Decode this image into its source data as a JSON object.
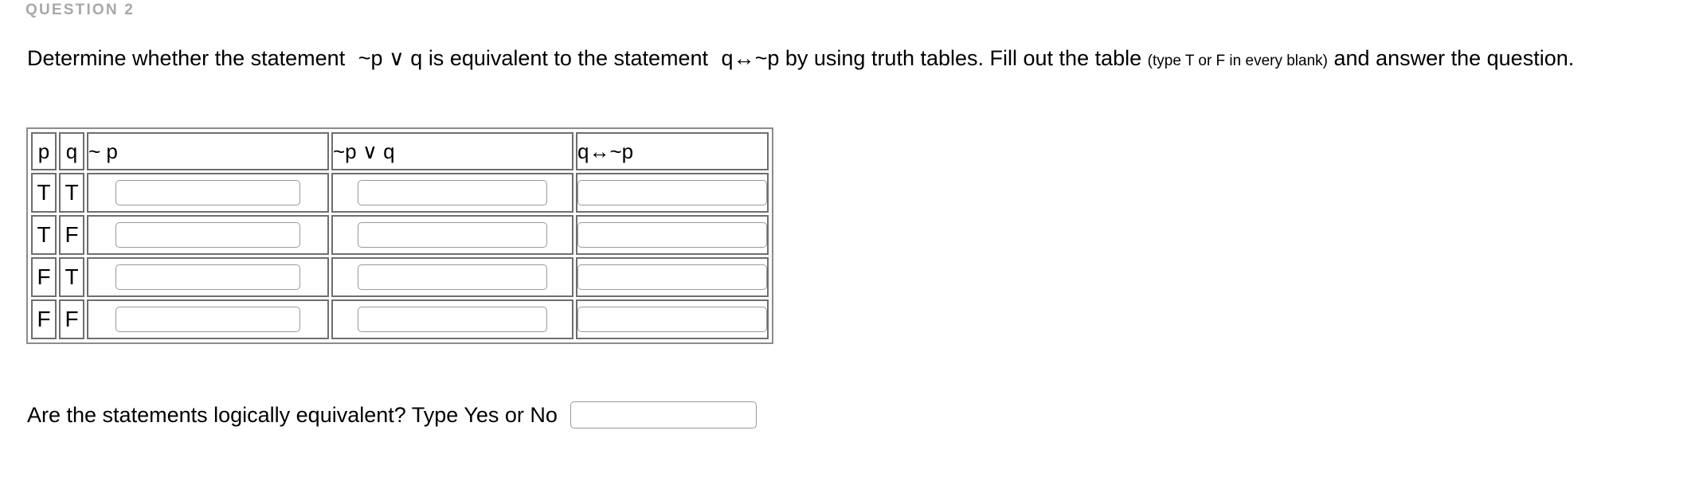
{
  "header": {
    "label": "QUESTION 2",
    "color": "#a8a8a8"
  },
  "prompt": {
    "part1": "Determine whether the statement",
    "expr1": "~p ∨ q",
    "part2": "is equivalent to the statement",
    "expr2": "q↔~p",
    "part3": "by using truth tables. Fill out the table",
    "note": "(type T or F in every blank)",
    "part4": "and answer the question."
  },
  "table": {
    "headers": {
      "p": "p",
      "q": "q",
      "not_p": "~ p",
      "or": "~p ∨ q",
      "biconditional": "q↔~p"
    },
    "rows": [
      {
        "p": "T",
        "q": "T",
        "not_p_value": "",
        "or_value": "",
        "bicond_value": "",
        "not_p_placeholder": "",
        "or_placeholder": "",
        "bicond_placeholder": ""
      },
      {
        "p": "T",
        "q": "F",
        "not_p_value": "",
        "or_value": "",
        "bicond_value": "",
        "not_p_placeholder": "",
        "or_placeholder": "",
        "bicond_placeholder": ""
      },
      {
        "p": "F",
        "q": "T",
        "not_p_value": "",
        "or_value": "",
        "bicond_value": "",
        "not_p_placeholder": "",
        "or_placeholder": "",
        "bicond_placeholder": ""
      },
      {
        "p": "F",
        "q": "F",
        "not_p_value": "",
        "or_value": "",
        "bicond_value": "",
        "not_p_placeholder": "",
        "or_placeholder": "",
        "bicond_placeholder": ""
      }
    ]
  },
  "final": {
    "label": "Are the statements logically equivalent? Type Yes or No",
    "answer_value": "",
    "answer_placeholder": ""
  }
}
